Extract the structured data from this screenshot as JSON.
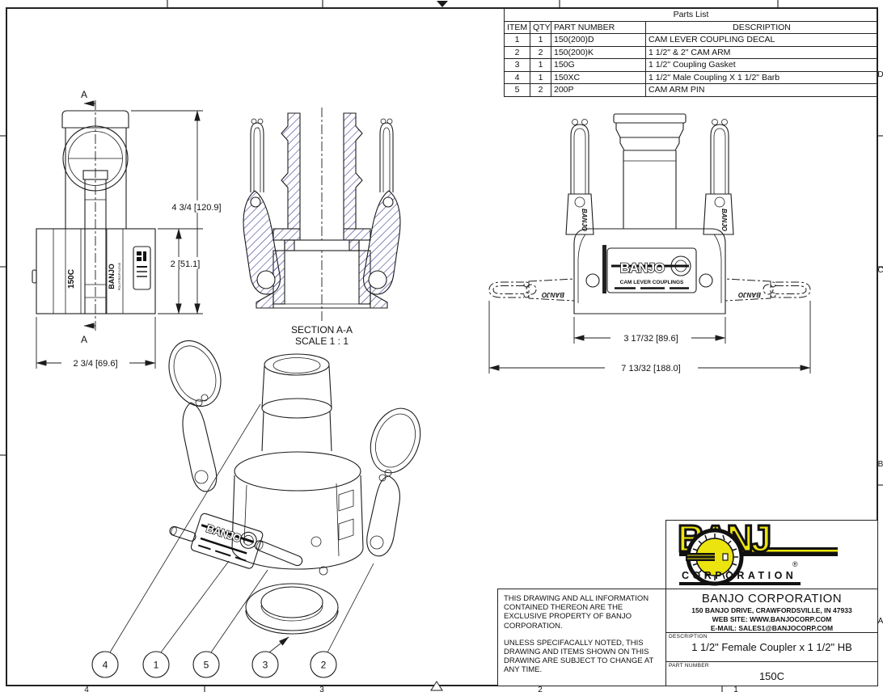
{
  "sheet": {
    "zone_letters": [
      "D",
      "C",
      "B",
      "A"
    ],
    "zone_numbers": [
      "4",
      "3",
      "2",
      "1"
    ]
  },
  "parts_list": {
    "title": "Parts List",
    "columns": [
      "ITEM",
      "QTY",
      "PART NUMBER",
      "DESCRIPTION"
    ],
    "rows": [
      {
        "item": "1",
        "qty": "1",
        "part_number": "150(200)D",
        "description": "CAM LEVER COUPLING DECAL"
      },
      {
        "item": "2",
        "qty": "2",
        "part_number": "150(200)K",
        "description": "1 1/2\" & 2\" CAM ARM"
      },
      {
        "item": "3",
        "qty": "1",
        "part_number": "150G",
        "description": "1 1/2\" Coupling Gasket"
      },
      {
        "item": "4",
        "qty": "1",
        "part_number": "150XC",
        "description": "1 1/2\" Male Coupling X 1 1/2\" Barb"
      },
      {
        "item": "5",
        "qty": "2",
        "part_number": "200P",
        "description": "CAM ARM PIN"
      }
    ]
  },
  "views": {
    "front": {
      "section_mark": "A",
      "model": "150C",
      "brand": "BANJO",
      "material": "POLYPROPYLENE",
      "dim_height": "4 3/4 [120.9]",
      "dim_body_height": "2 [51.1]",
      "dim_width": "2 3/4 [69.6]"
    },
    "section": {
      "title": "SECTION A-A",
      "scale": "SCALE 1 : 1"
    },
    "side": {
      "arm_brand": "BANJO",
      "decal_title": "BANJO",
      "decal_subtitle": "CAM LEVER COUPLINGS",
      "dim_body_width": "3 17/32 [89.6]",
      "dim_open_width": "7 13/32 [188.0]"
    },
    "iso": {
      "balloons": [
        "4",
        "1",
        "5",
        "3",
        "2"
      ],
      "decal_title": "BANJO"
    }
  },
  "notes": {
    "para1": "THIS DRAWING AND ALL INFORMATION CONTAINED THEREON ARE THE EXCLUSIVE PROPERTY OF BANJO CORPORATION.",
    "para2": "UNLESS SPECIFACALLY NOTED, THIS DRAWING AND ITEMS SHOWN ON THIS DRAWING ARE SUBJECT TO CHANGE AT ANY TIME."
  },
  "title_block": {
    "logo": {
      "brand": "BANJ",
      "registered": "®",
      "subtitle": "CORPORATION"
    },
    "company": "BANJO CORPORATION",
    "address": "150 BANJO DRIVE, CRAWFORDSVILLE, IN 47933",
    "website": "WEB SITE: WWW.BANJOCORP.COM",
    "email": "E-MAIL: SALES1@BANJOCORP.COM",
    "description_label": "DESCRIPTION",
    "description": "1 1/2\" Female Coupler x 1 1/2\" HB",
    "part_number_label": "PART NUMBER",
    "part_number": "150C"
  },
  "colors": {
    "line": "#1c1c1c",
    "hatch": "#3b3b96",
    "logo_yellow": "#ece40e"
  }
}
